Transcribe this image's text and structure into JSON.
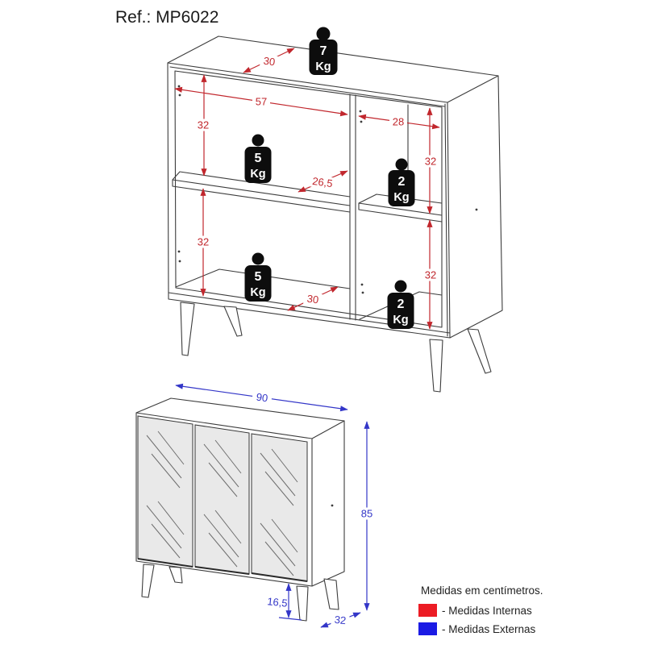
{
  "title": "Ref.: MP6022",
  "top_view": {
    "dim_top_depth": "30",
    "dim_inner_width_left": "57",
    "dim_inner_width_right": "28",
    "dim_left_upper_height": "32",
    "dim_left_lower_height": "32",
    "dim_right_upper_height": "32",
    "dim_right_lower_height": "32",
    "dim_shelf_depth": "26,5",
    "dim_bottom_depth": "30",
    "weights": [
      {
        "value": "7",
        "unit": "Kg"
      },
      {
        "value": "5",
        "unit": "Kg"
      },
      {
        "value": "2",
        "unit": "Kg"
      },
      {
        "value": "5",
        "unit": "Kg"
      },
      {
        "value": "2",
        "unit": "Kg"
      }
    ]
  },
  "front_view": {
    "dim_width": "90",
    "dim_height": "85",
    "dim_leg_height": "16,5",
    "dim_depth": "32"
  },
  "legend": {
    "units_note": "Medidas em centímetros.",
    "internal": {
      "label": "- Medidas Internas",
      "color": "#ec1c24"
    },
    "external": {
      "label": "- Medidas Externas",
      "color": "#1b1be4"
    }
  },
  "colors": {
    "internal_dim": "#c1272d",
    "external_dim": "#3336c8",
    "line": "#3c3c3c"
  }
}
